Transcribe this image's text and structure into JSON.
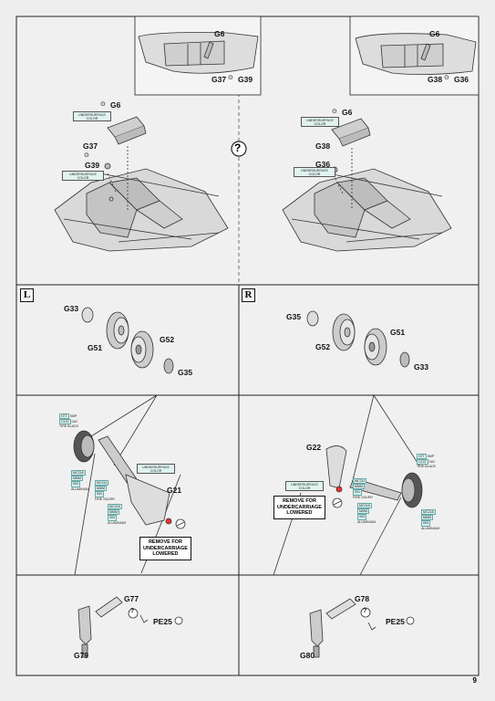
{
  "page": {
    "number": "9"
  },
  "top": {
    "inset_left": {
      "part": "G6",
      "ref": "G37",
      "ref_to": "G39"
    },
    "inset_right": {
      "part": "G6",
      "ref": "G38",
      "ref_to": "G36"
    },
    "left": {
      "g6": "G6",
      "g37": "G37",
      "g39": "G39",
      "color1": "UNDERSURFACE COLOR",
      "color2": "UNDERSURFACE COLOR"
    },
    "right": {
      "g6": "G6",
      "g38": "G38",
      "g36": "G36",
      "color1": "UNDERSURFACE COLOR",
      "color2": "UNDERSURFACE COLOR"
    },
    "question": "?"
  },
  "wheels": {
    "left_corner": "L",
    "right_corner": "R",
    "left": {
      "g33": "G33",
      "g51": "G51",
      "g52": "G52",
      "g35": "G35"
    },
    "right": {
      "g35": "G35",
      "g52": "G52",
      "g51": "G51",
      "g33": "G33"
    }
  },
  "gear": {
    "left": {
      "g21": "G21",
      "tire": {
        "code1": "H77",
        "code1b": "SMP",
        "code2": "C137",
        "code2b": "040",
        "name": "TIRE BLACK"
      },
      "alu1": {
        "code1": "MC218",
        "code2": "MMM",
        "code3": "003",
        "name": "ALUMINIUM"
      },
      "fire": {
        "code1": "MC211",
        "code2": "MMM",
        "code3": "001",
        "name": "FIRE SILVER"
      },
      "alu2": {
        "code1": "MC218",
        "code2": "MMM",
        "code3": "003",
        "name": "ALUMINIUM"
      },
      "color": "UNDERSURFACE COLOR",
      "note": [
        "REMOVE FOR",
        "UNDERCARRIAGE",
        "LOWERED"
      ]
    },
    "right": {
      "g22": "G22",
      "tire": {
        "code1": "H77",
        "code1b": "SMP",
        "code2": "C137",
        "code2b": "040",
        "name": "TIRE BLACK"
      },
      "fire": {
        "code1": "MC211",
        "code2": "MMM",
        "code3": "001",
        "name": "FIRE SILVER"
      },
      "alu1": {
        "code1": "MC218",
        "code2": "MMM",
        "code3": "003",
        "name": "ALUMINIUM"
      },
      "alu2": {
        "code1": "MC218",
        "code2": "MMM",
        "code3": "003",
        "name": "ALUMINIUM"
      },
      "color": "UNDERSURFACE COLOR",
      "note": [
        "REMOVE FOR",
        "UNDERCARRIAGE",
        "LOWERED"
      ]
    }
  },
  "legs": {
    "left": {
      "g77": "G77",
      "pe": "PE25",
      "g79": "G79"
    },
    "right": {
      "g78": "G78",
      "pe": "PE25",
      "g80": "G80"
    }
  }
}
